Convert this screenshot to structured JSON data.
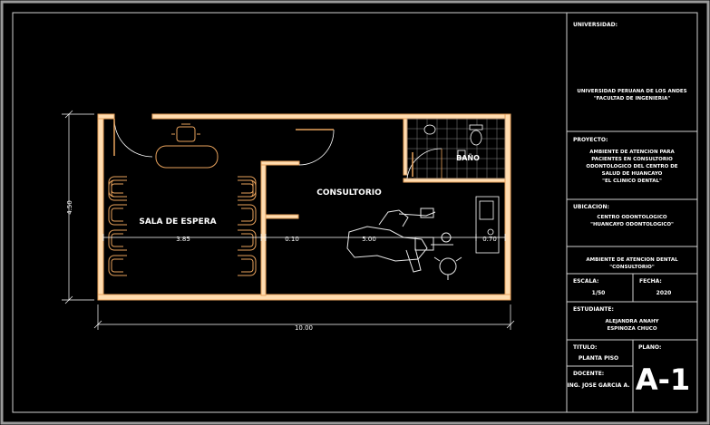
{
  "drawing": {
    "rooms": {
      "waiting": "SALA DE ESPERA",
      "office": "CONSULTORIO",
      "bath": "BAÑO"
    },
    "dimensions": {
      "waiting_width": "3.85",
      "corridor_width": "0.10",
      "office_width": "5.00",
      "cabinet_width": "0.70",
      "total_width": "10.00",
      "total_height": "4.50"
    }
  },
  "title_block": {
    "university_label": "UNIVERSIDAD:",
    "university_text_1": "UNIVERSIDAD PERUANA DE LOS ANDES",
    "university_text_2": "\"FACULTAD DE INGENIERIA\"",
    "project_label": "PROYECTO:",
    "project_text_1": "AMBIENTE DE ATENCION PARA",
    "project_text_2": "PACIENTES EN CONSULTORIO",
    "project_text_3": "ODONTOLOGICO DEL CENTRO DE",
    "project_text_4": "SALUD DE HUANCAYO",
    "project_text_5": "\"EL CLINICO DENTAL\"",
    "location_label": "UBICACION:",
    "location_text_1": "CENTRO ODONTOLOGICO",
    "location_text_2": "\"HUANCAYO ODONTOLOGICO\"",
    "plan_title_1": "AMBIENTE DE ATENCION DENTAL",
    "plan_title_2": "\"CONSULTORIO\"",
    "scale_label": "ESCALA:",
    "scale_value": "1/50",
    "date_label": "FECHA:",
    "date_value": "2020",
    "student_label": "ESTUDIANTE:",
    "student_line_1": "ALEJANDRA ANAHY",
    "student_line_2": "ESPINOZA CHUCO",
    "sheet_label": "TITULO:",
    "sheet_value": "PLANTA PISO",
    "plate_label": "PLANO:",
    "plate_value": "A-1",
    "teacher_label": "DOCENTE:",
    "teacher_value": "ING. JOSE GARCIA A."
  },
  "colors": {
    "background": "#000000",
    "frame": "#cfcfcf",
    "wall": "#ffdcb0",
    "wall_edge": "#e8a25c",
    "furniture": "#e8a25c",
    "text": "#ffffff",
    "door": "#ffffff",
    "dental_chair": "#e8e8e8",
    "bath_tile": "#888888"
  }
}
